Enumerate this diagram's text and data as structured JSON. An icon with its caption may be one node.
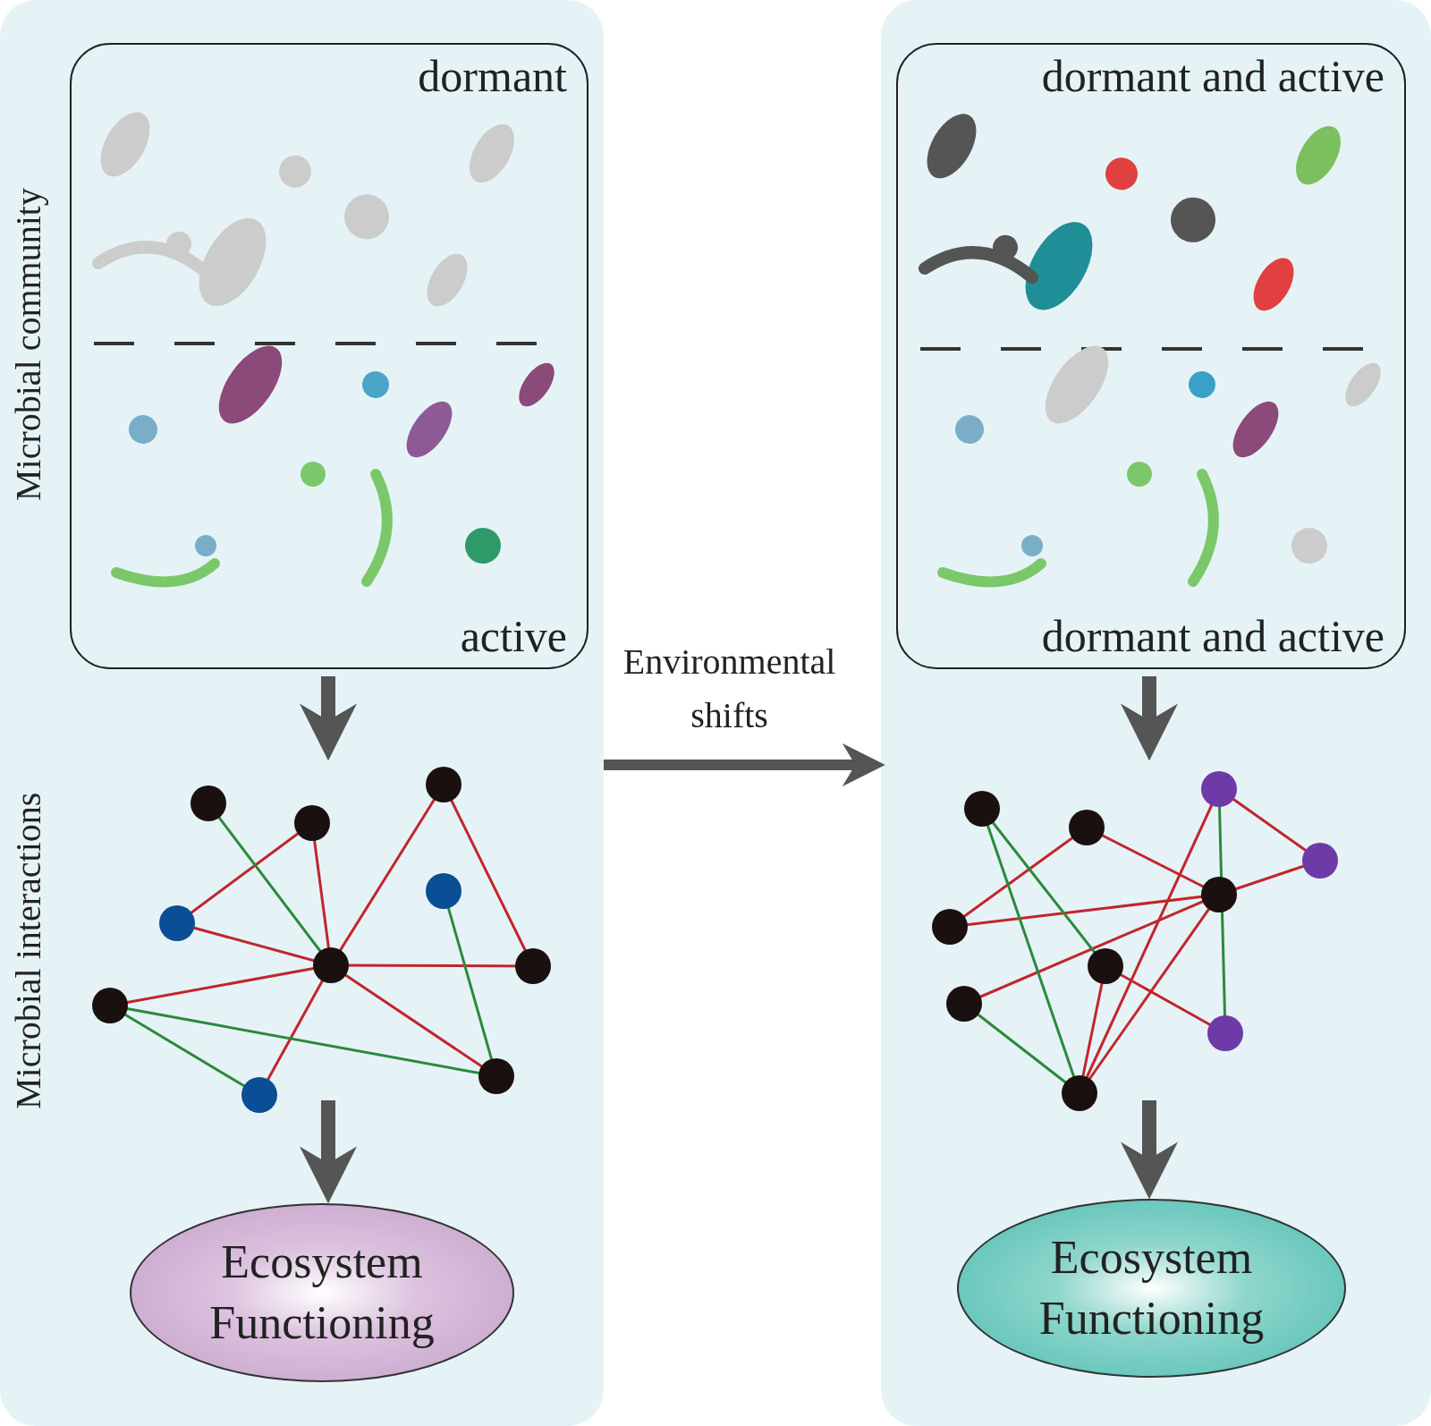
{
  "diagram": {
    "nodes": [
      {
        "text": [],
        "shape": "box"
      },
      {
        "text": [
          "dormant",
          "active"
        ],
        "in": 0
      },
      {
        "text": [],
        "shape": "picture",
        "in": 0
      },
      {
        "text": [
          "Ecosystem Functioning"
        ],
        "in": 0
      },
      {
        "text": [],
        "shape": "box"
      },
      {
        "text": [
          "dormant and active",
          "dormant and active"
        ],
        "in": 4
      },
      {
        "text": [],
        "shape": "picture",
        "in": 4
      },
      {
        "text": [
          "Ecosystem Functioning"
        ],
        "in": 4
      }
    ],
    "edges": [
      {
        "from": 1,
        "to": 2,
        "arrow": "to"
      },
      {
        "from": 2,
        "to": 3,
        "arrow": "to"
      },
      {
        "from": 0,
        "to": 4,
        "arrow": "to",
        "label": "Environmental shifts"
      },
      {
        "from": 5,
        "to": 6,
        "arrow": "to"
      },
      {
        "from": 6,
        "to": 7,
        "arrow": "to"
      }
    ],
    "labels": [
      "Microbial community",
      "Microbial interactions"
    ]
  }
}
